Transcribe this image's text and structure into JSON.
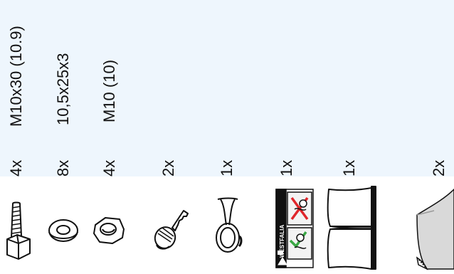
{
  "parts_list": {
    "items": [
      {
        "quantity": "4x",
        "spec": "M10x30 (10.9)",
        "icon": "hex-bolt-icon"
      },
      {
        "quantity": "8x",
        "spec": "10,5x25x3",
        "icon": "washer-icon"
      },
      {
        "quantity": "4x",
        "spec": "M10 (10)",
        "icon": "hex-nut-icon"
      },
      {
        "quantity": "2x",
        "spec": "",
        "icon": "key-icon"
      },
      {
        "quantity": "1x",
        "spec": "",
        "icon": "socket-cover-ring-icon"
      },
      {
        "quantity": "1x",
        "spec": "",
        "icon": "warning-sticker-icon",
        "sticker_brand": "WESTFALIA"
      },
      {
        "quantity": "1x",
        "spec": "",
        "icon": "manual-booklet-icon"
      },
      {
        "quantity": "2x",
        "spec": "",
        "icon": "cleaning-cloth-icon"
      }
    ]
  },
  "colors": {
    "panel_background": "#eef6fd",
    "line": "#111111",
    "warning_red": "#e0262b",
    "check_green": "#3aa845"
  }
}
